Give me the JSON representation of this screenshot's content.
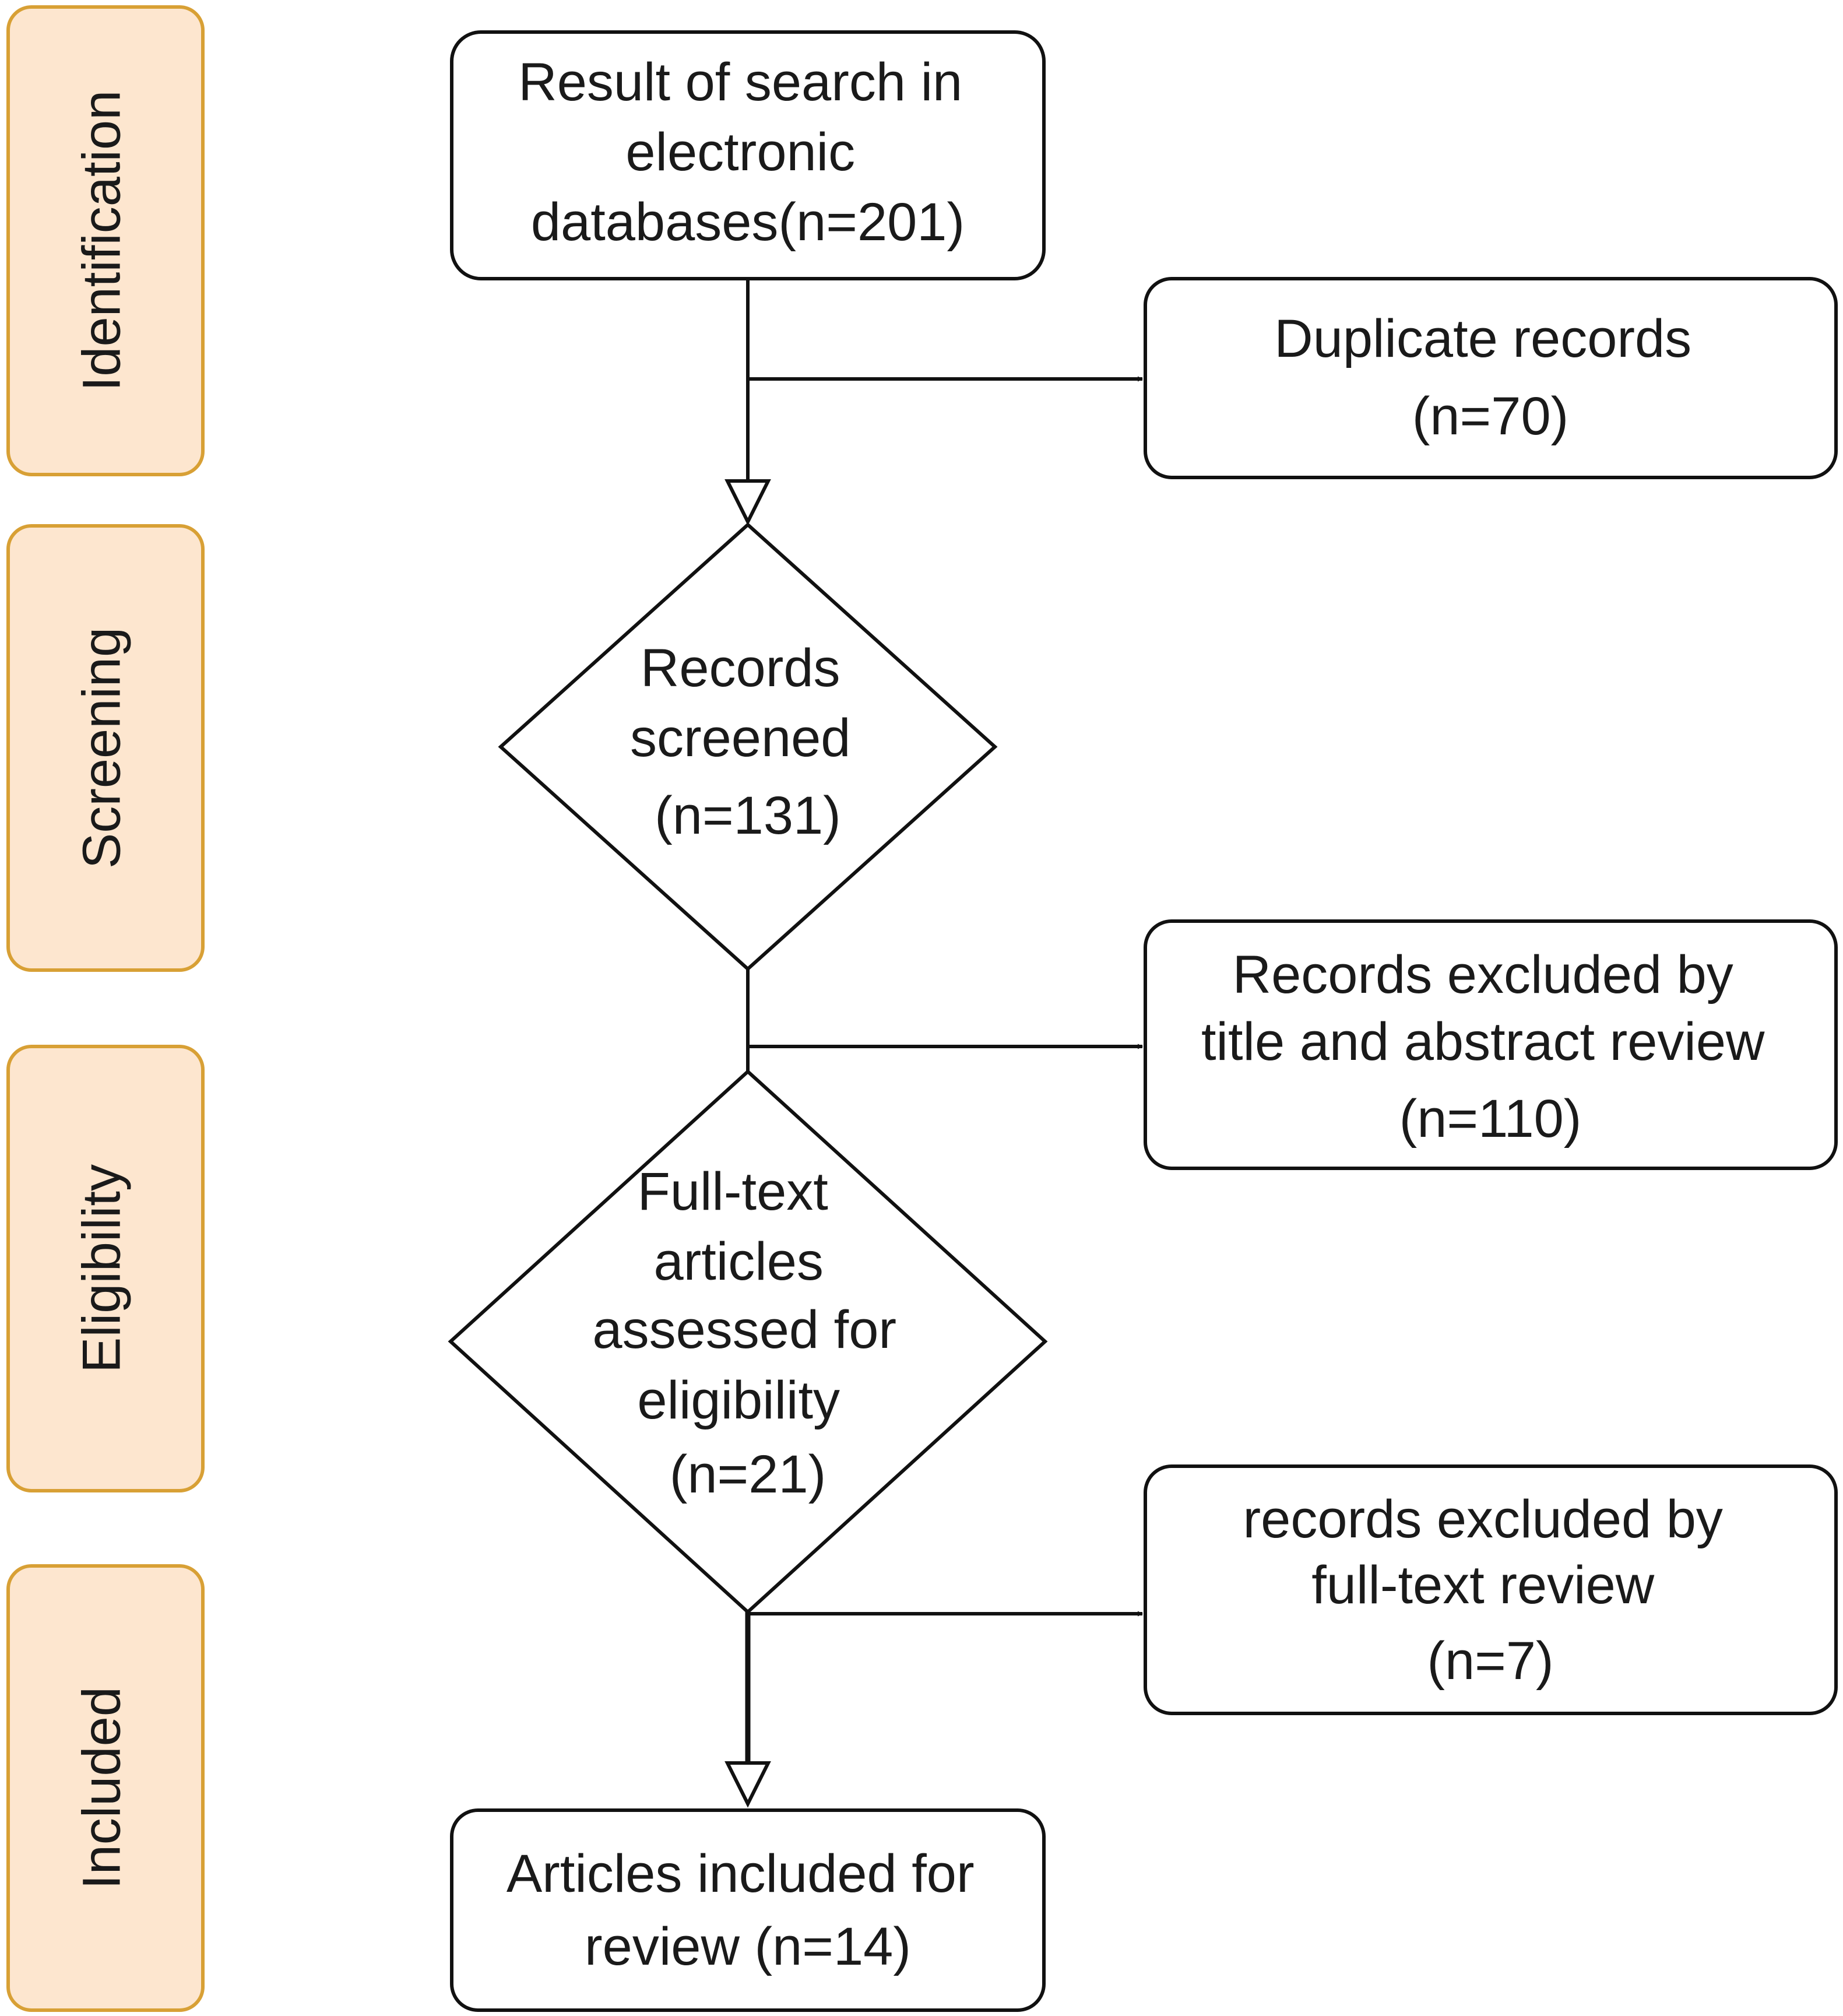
{
  "stages": [
    {
      "label": "Identification"
    },
    {
      "label": "Screening"
    },
    {
      "label": "Eligibility"
    },
    {
      "label": "Included"
    }
  ],
  "nodes": {
    "search_results": {
      "lines": [
        "Result of search in",
        "electronic",
        "databases(n=201)"
      ]
    },
    "duplicates": {
      "lines": [
        "Duplicate records",
        "(n=70)"
      ]
    },
    "screened": {
      "lines": [
        "Records",
        "screened",
        "(n=131)"
      ]
    },
    "excluded_title": {
      "lines": [
        "Records excluded by",
        "title and abstract review",
        "(n=110)"
      ]
    },
    "fulltext": {
      "lines": [
        "Full-text",
        "articles",
        "assessed for",
        "eligibility",
        "(n=21)"
      ]
    },
    "excluded_fulltext": {
      "lines": [
        "records excluded by",
        "full-text review",
        "(n=7)"
      ]
    },
    "included": {
      "lines": [
        "Articles included for",
        "review (n=14)"
      ]
    }
  },
  "colors": {
    "stage_fill": "#fde6cf",
    "stage_border": "#d8a035",
    "node_border": "#111111",
    "text": "#1a1a1a"
  }
}
